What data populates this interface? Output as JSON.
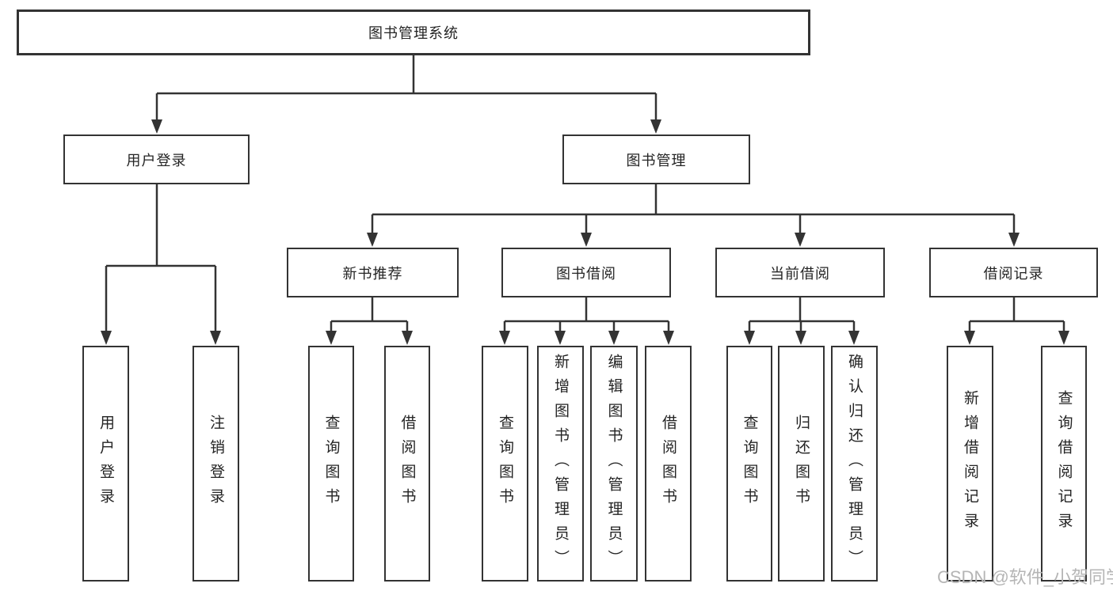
{
  "diagram_title": "图书管理系统",
  "watermark": {
    "text": "CSDN @软件_小贺同学"
  },
  "colors": {
    "line": "#333333",
    "box_border": "#333333",
    "text": "#242424",
    "watermark": "#b5b5b5",
    "background": "#ffffff"
  },
  "nodes": {
    "root": {
      "label": "图书管理系统"
    },
    "user_login_branch": {
      "label": "用户登录"
    },
    "book_mgmt_branch": {
      "label": "图书管理"
    },
    "new_book_rec": {
      "label": "新书推荐"
    },
    "book_borrow": {
      "label": "图书借阅"
    },
    "current_borrow": {
      "label": "当前借阅"
    },
    "borrow_record": {
      "label": "借阅记录"
    },
    "login": {
      "label": "用户登录"
    },
    "logout": {
      "label": "注销登录"
    },
    "rec_query_book": {
      "label": "查询图书"
    },
    "rec_borrow_book": {
      "label": "借阅图书"
    },
    "bb_query_book": {
      "label": "查询图书"
    },
    "bb_add_book": {
      "label": "新增图书（管理员）"
    },
    "bb_edit_book": {
      "label": "编辑图书（管理员）"
    },
    "bb_borrow_book": {
      "label": "借阅图书"
    },
    "cb_query_book": {
      "label": "查询图书"
    },
    "cb_return_book": {
      "label": "归还图书"
    },
    "cb_confirm_return": {
      "label": "确认归还（管理员）"
    },
    "br_add_record": {
      "label": "新增借阅记录"
    },
    "br_query_record": {
      "label": "查询借阅记录"
    }
  }
}
